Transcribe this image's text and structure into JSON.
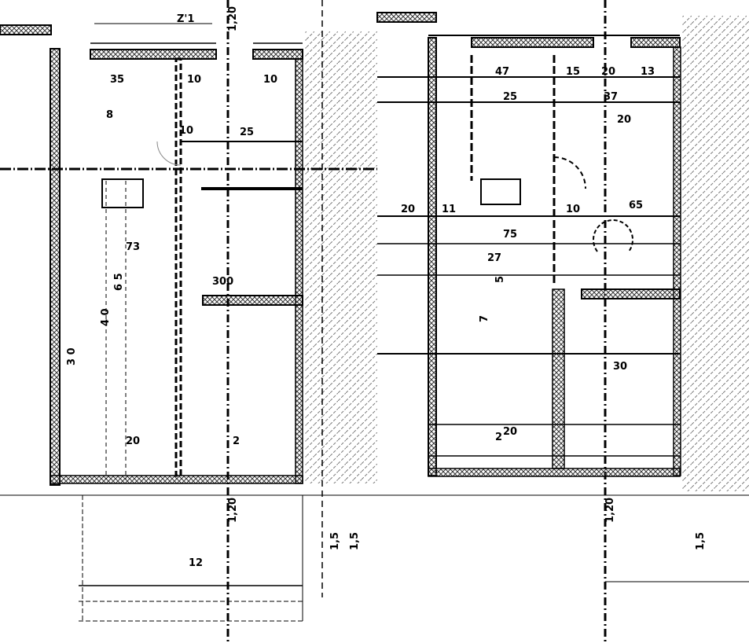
{
  "drawing": {
    "type": "floor plan",
    "colors": {
      "ink": "#000000",
      "hatch": "#555555",
      "background": "#ffffff"
    },
    "labels": {
      "l_dim_top": "Z'1",
      "l_dim_120": "1,20",
      "l_a": "35",
      "l_b": "10",
      "l_c": "10",
      "l_d": "8",
      "l_e": "10",
      "l_f": "25",
      "l_g": "73",
      "l_h": "6 5",
      "l_i": "4 0",
      "l_j": "3 0",
      "l_k": "20",
      "l_l": "300",
      "l_m": "2",
      "l_n": "1,5",
      "l_o": "1,5",
      "l_p": "1,20",
      "l_q": "12",
      "r_a": "47",
      "r_b": "15",
      "r_c": "20",
      "r_d": "13",
      "r_e": "25",
      "r_f": "37",
      "r_g": "20",
      "r_h": "10",
      "r_i": "11",
      "r_j": "20",
      "r_k": "65",
      "r_l": "75",
      "r_m": "27",
      "r_n": "5",
      "r_o": "30",
      "r_p": "20",
      "r_q": "2",
      "r_r": "1,20",
      "r_s": "1,5",
      "r_t": "7"
    }
  }
}
